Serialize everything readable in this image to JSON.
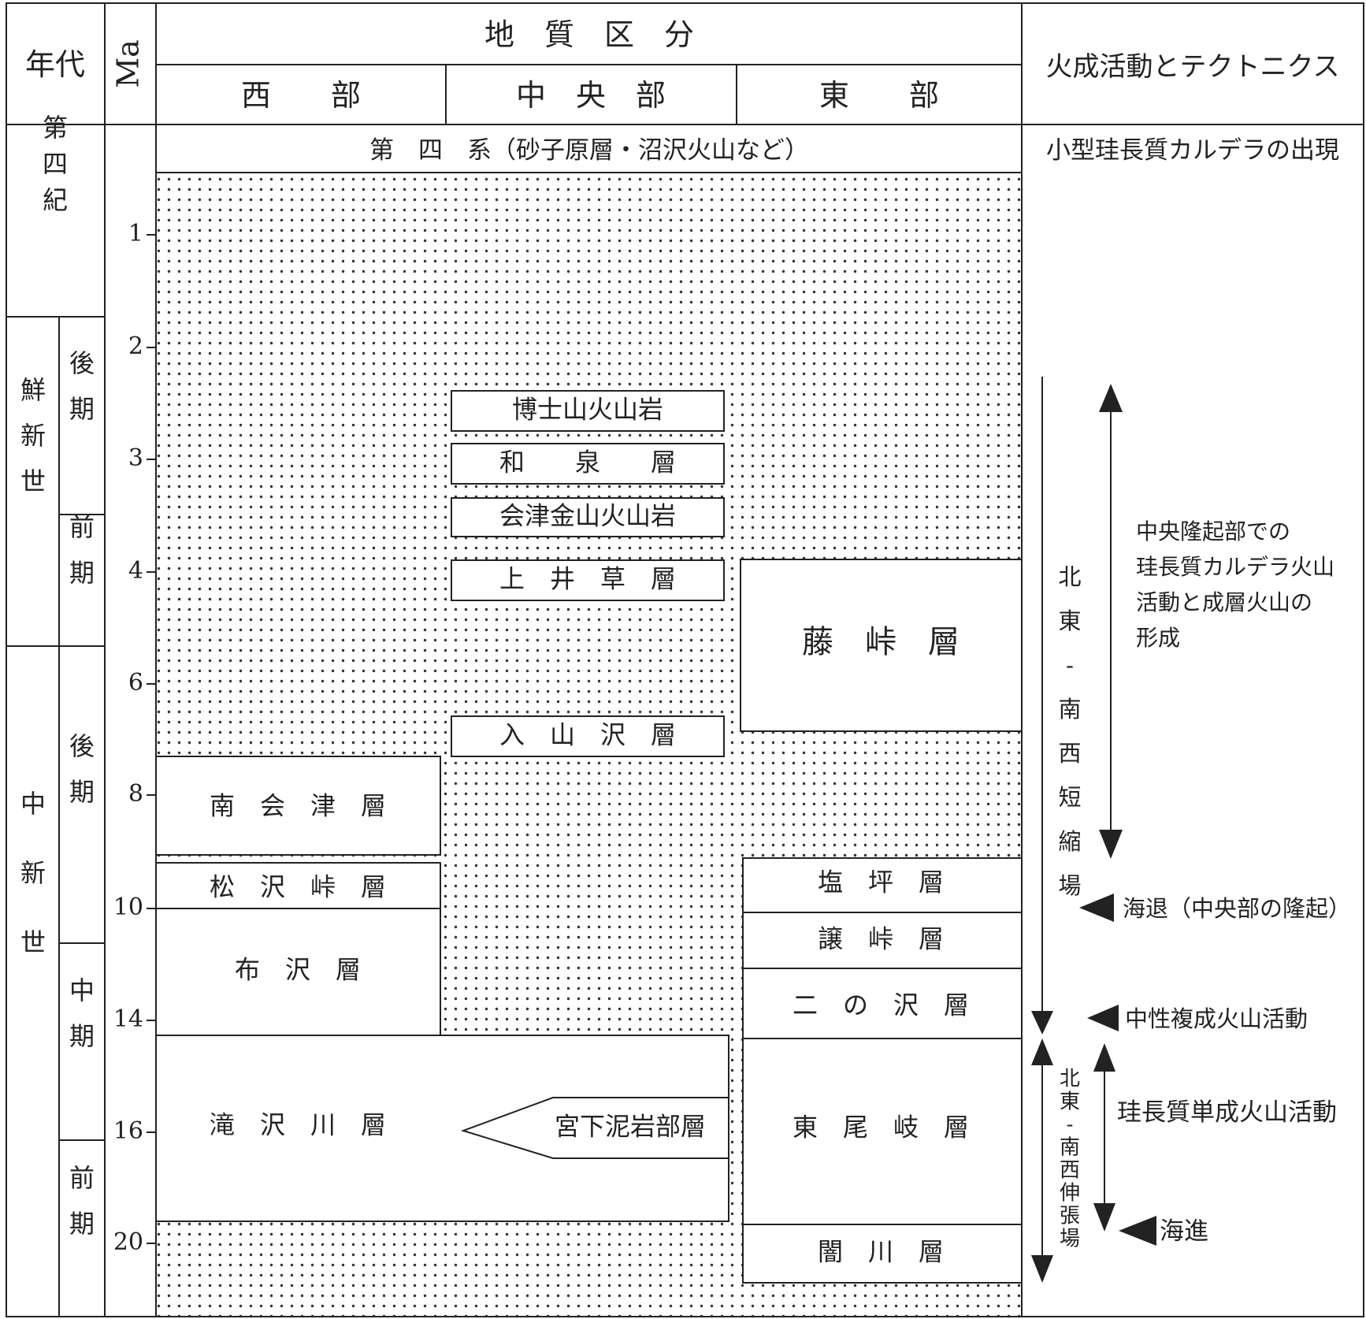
{
  "header": {
    "age_label": "年代",
    "ma_label": "Ma",
    "division_label": "地　質　区　分",
    "regions": [
      "西　　部",
      "中　央　部",
      "東　　部"
    ],
    "igneous_label": "火成活動とテクトニクス"
  },
  "quaternary_system": "第　四　系（砂子原層・沼沢火山など）",
  "epochs": {
    "quaternary": "第四紀",
    "pliocene": "鮮新世",
    "miocene": "中新世",
    "late": "後期",
    "early": "前期",
    "middle": "中期"
  },
  "ma_ticks": [
    {
      "label": "1",
      "ma": 1
    },
    {
      "label": "2",
      "ma": 2
    },
    {
      "label": "3",
      "ma": 3
    },
    {
      "label": "4",
      "ma": 4
    },
    {
      "label": "6",
      "ma": 6
    },
    {
      "label": "8",
      "ma": 8
    },
    {
      "label": "10",
      "ma": 10
    },
    {
      "label": "14",
      "ma": 14
    },
    {
      "label": "16",
      "ma": 16
    },
    {
      "label": "20",
      "ma": 20
    }
  ],
  "formations": {
    "west": [
      "南　会　津　層",
      "松　沢　峠　層",
      "布　沢　層",
      "滝　沢　川　層"
    ],
    "central": [
      "博士山火山岩",
      "和　　泉　　層",
      "会津金山火山岩",
      "上　井　草　層",
      "入　山　沢　層"
    ],
    "member": "宮下泥岩部層",
    "east": [
      "藤　峠　層",
      "塩　坪　層",
      "譲　峠　層",
      "二　の　沢　層",
      "東　尾　岐　層",
      "闇　川　層"
    ]
  },
  "tectonics": {
    "quaternary_event": "小型珪長質カルデラの出現",
    "compression_field": "北東-南西短縮場",
    "extension_field": "北東-南西伸張場",
    "caldera_activity": [
      "中央隆起部での",
      "珪長質カルデラ火山",
      "活動と成層火山の",
      "形成"
    ],
    "regression": "海退（中央部の隆起）",
    "intermediate_volcanism": "中性複成火山活動",
    "felsic_monogenetic": "珪長質単成火山活動",
    "transgression": "海進"
  },
  "icons": [
    "marker-triangle-icon",
    "arrow-head-icon"
  ]
}
